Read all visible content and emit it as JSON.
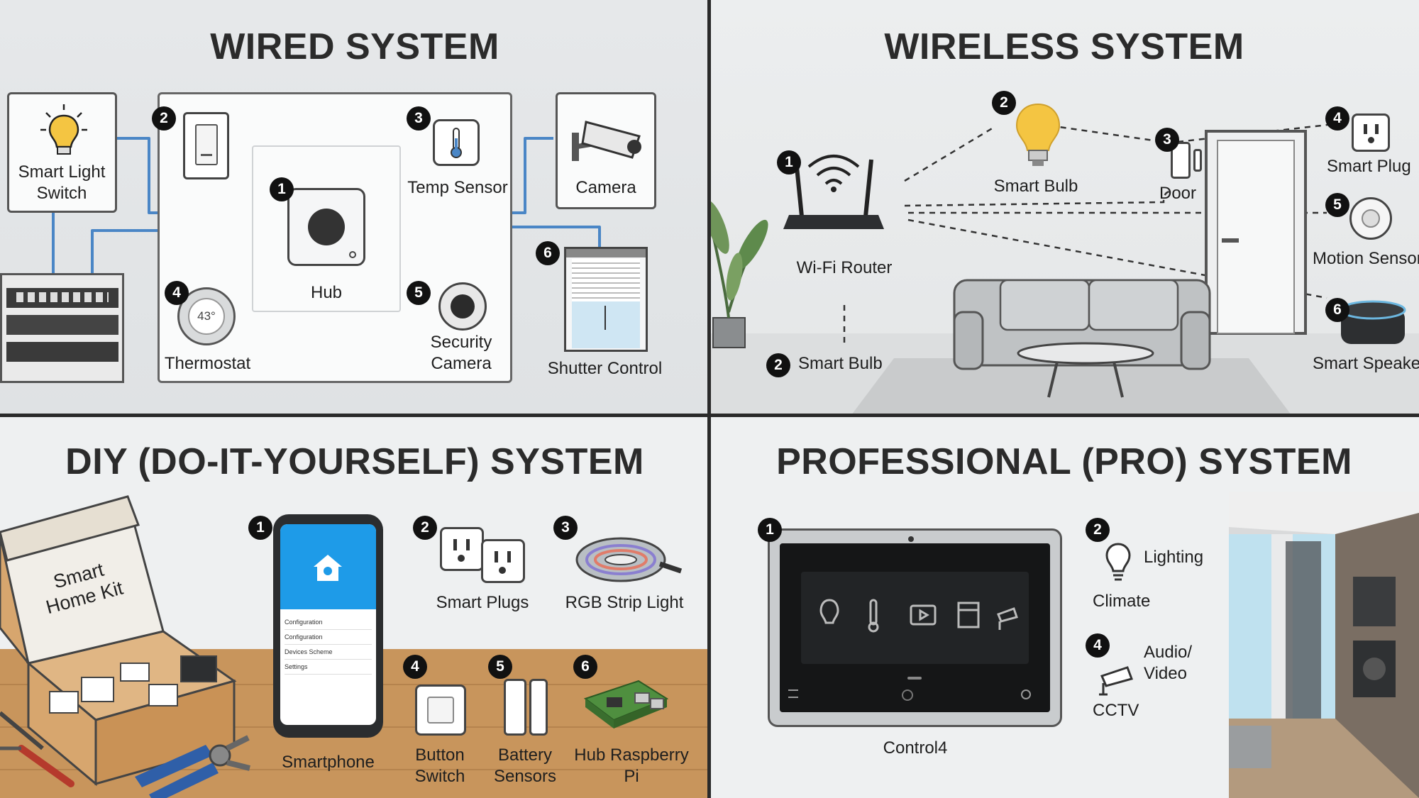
{
  "wired": {
    "title": "WIRED SYSTEM",
    "items": {
      "switch": "Smart Light Switch",
      "hub": "Hub",
      "temp": "Temp Sensor",
      "camera": "Camera",
      "thermostat": "Thermostat",
      "thermostat_display": "43°",
      "security": "Security Camera",
      "shutter": "Shutter Control"
    },
    "badges": [
      "1",
      "2",
      "3",
      "4",
      "5",
      "6"
    ]
  },
  "wireless": {
    "title": "WIRELESS SYSTEM",
    "items": {
      "router": "Wi-Fi Router",
      "bulb": "Smart Bulb",
      "door": "Door",
      "plug": "Smart Plug",
      "motion": "Motion Sensor",
      "speaker": "Smart Speaker",
      "bulb2": "Smart Bulb"
    },
    "badges": [
      "1",
      "2",
      "3",
      "4",
      "5",
      "6",
      "2"
    ]
  },
  "diy": {
    "title": "DIY (DO-IT-YOURSELF) SYSTEM",
    "kit_label": "Smart Home Kit",
    "items": {
      "phone": "Smartphone",
      "plugs": "Smart Plugs",
      "strip": "RGB Strip Light",
      "button": "Button Switch",
      "battery": "Battery Sensors",
      "hub": "Hub Raspberry Pi"
    },
    "phone_menu": [
      "Configuration",
      "Configuration",
      "Devices Scheme",
      "Settings"
    ],
    "badges": [
      "1",
      "2",
      "3",
      "4",
      "5",
      "6"
    ]
  },
  "pro": {
    "title": "PROFESSIONAL (PRO) SYSTEM",
    "items": {
      "panel": "Control4",
      "lighting": "Lighting",
      "climate": "Climate",
      "av": "Audio/ Video",
      "cctv": "CCTV"
    },
    "badges": [
      "1",
      "2",
      "4"
    ]
  },
  "colors": {
    "wire": "#4a86c6",
    "badge": "#111111",
    "bulb": "#f4c542",
    "app_blue": "#1e9be8",
    "floor": "#c8955c"
  }
}
